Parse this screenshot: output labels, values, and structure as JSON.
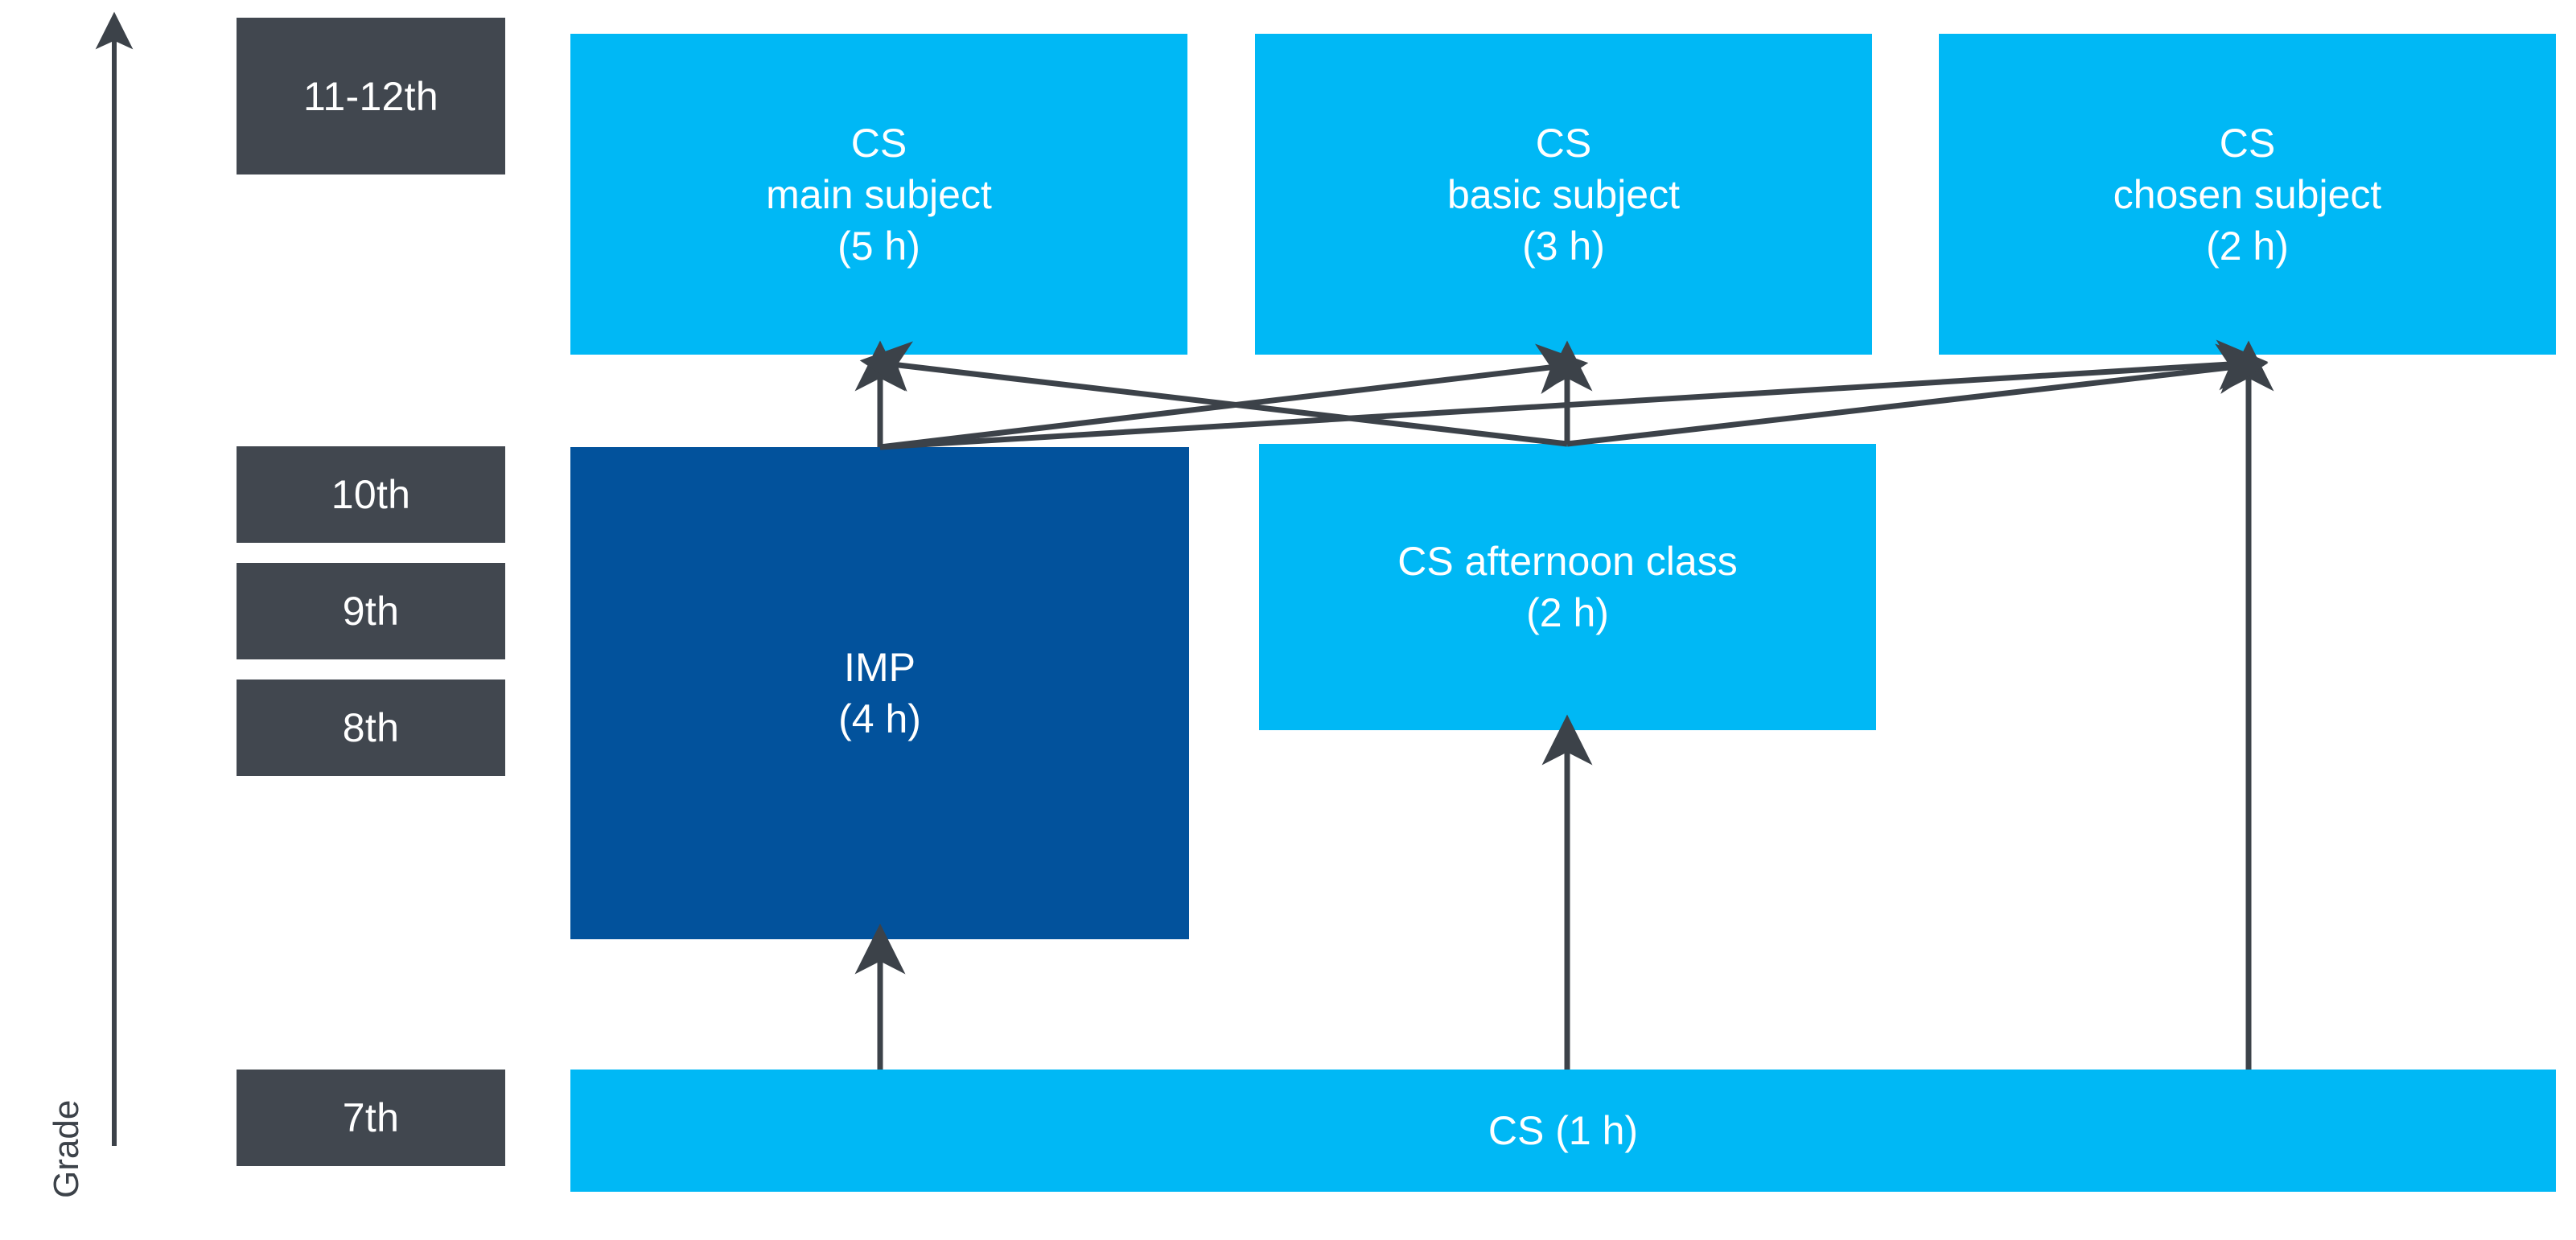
{
  "diagram": {
    "axis": {
      "label": "Grade",
      "arrow_direction": "up",
      "icon": "up-arrow-icon"
    },
    "grade_labels": [
      {
        "id": "grade-11-12",
        "text": "11-12th"
      },
      {
        "id": "grade-10",
        "text": "10th"
      },
      {
        "id": "grade-9",
        "text": "9th"
      },
      {
        "id": "grade-8",
        "text": "8th"
      },
      {
        "id": "grade-7",
        "text": "7th"
      }
    ],
    "top_row": [
      {
        "id": "cs-main-subject",
        "title": "CS",
        "subtitle": "main subject",
        "hours": "(5 h)",
        "text": "CS\nmain subject\n(5 h)",
        "color": "#00b8f5"
      },
      {
        "id": "cs-basic-subject",
        "title": "CS",
        "subtitle": "basic subject",
        "hours": "(3 h)",
        "text": "CS\nbasic subject\n(3 h)",
        "color": "#00b8f5"
      },
      {
        "id": "cs-chosen-subject",
        "title": "CS",
        "subtitle": "chosen subject",
        "hours": "(2 h)",
        "text": "CS\nchosen subject\n(2 h)",
        "color": "#00b8f5"
      }
    ],
    "middle_row": [
      {
        "id": "imp",
        "title": "IMP",
        "hours": "(4 h)",
        "text": "IMP\n(4 h)",
        "color": "#02529c"
      },
      {
        "id": "cs-afternoon-class",
        "title": "CS afternoon class",
        "hours": "(2 h)",
        "text": "CS afternoon class\n(2 h)",
        "color": "#00b8f5"
      }
    ],
    "bottom_row": [
      {
        "id": "cs-base",
        "title": "CS",
        "hours": "(1 h)",
        "text": "CS (1 h)",
        "color": "#00b8f5"
      }
    ],
    "colors": {
      "cyan": "#00b8f5",
      "dark_blue": "#02529c",
      "slate": "#41474f",
      "arrow": "#3c4249",
      "background": "#ffffff"
    },
    "connections": [
      {
        "from": "imp",
        "to": "cs-main-subject"
      },
      {
        "from": "imp",
        "to": "cs-basic-subject"
      },
      {
        "from": "imp",
        "to": "cs-chosen-subject"
      },
      {
        "from": "cs-afternoon-class",
        "to": "cs-main-subject"
      },
      {
        "from": "cs-afternoon-class",
        "to": "cs-basic-subject"
      },
      {
        "from": "cs-afternoon-class",
        "to": "cs-chosen-subject"
      },
      {
        "from": "cs-base",
        "to": "imp"
      },
      {
        "from": "cs-base",
        "to": "cs-afternoon-class"
      },
      {
        "from": "cs-base",
        "to": "cs-chosen-subject"
      }
    ]
  }
}
